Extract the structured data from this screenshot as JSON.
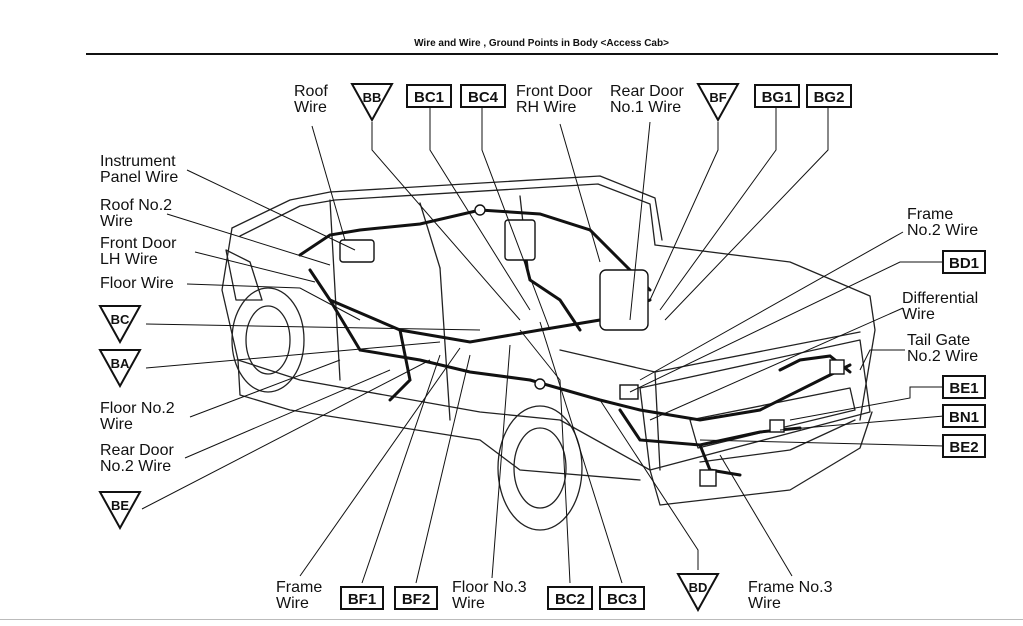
{
  "title": "Wire and Wire , Ground Points in Body <Access Cab>",
  "labels": {
    "roof_wire": "Roof\nWire",
    "front_door_rh_wire": "Front Door\nRH Wire",
    "rear_door_no1_wire": "Rear Door\nNo.1 Wire",
    "instrument_panel_wire": "Instrument\nPanel Wire",
    "roof_no2_wire": "Roof No.2\nWire",
    "front_door_lh_wire": "Front Door\nLH Wire",
    "floor_wire": "Floor Wire",
    "floor_no2_wire": "Floor No.2\nWire",
    "rear_door_no2_wire": "Rear Door\nNo.2 Wire",
    "frame_wire": "Frame\nWire",
    "floor_no3_wire": "Floor No.3\nWire",
    "frame_no3_wire": "Frame No.3\nWire",
    "frame_no2_wire": "Frame\nNo.2 Wire",
    "differential_wire": "Differential\nWire",
    "tail_gate_no2_wire": "Tail Gate\nNo.2 Wire"
  },
  "connectors": {
    "bc1": "BC1",
    "bc4": "BC4",
    "bg1": "BG1",
    "bg2": "BG2",
    "bd1": "BD1",
    "be1": "BE1",
    "bn1": "BN1",
    "be2": "BE2",
    "bf1": "BF1",
    "bf2": "BF2",
    "bc2": "BC2",
    "bc3": "BC3"
  },
  "grounds": {
    "bb": "BB",
    "bf": "BF",
    "bc": "BC",
    "ba": "BA",
    "be": "BE",
    "bd": "BD"
  }
}
